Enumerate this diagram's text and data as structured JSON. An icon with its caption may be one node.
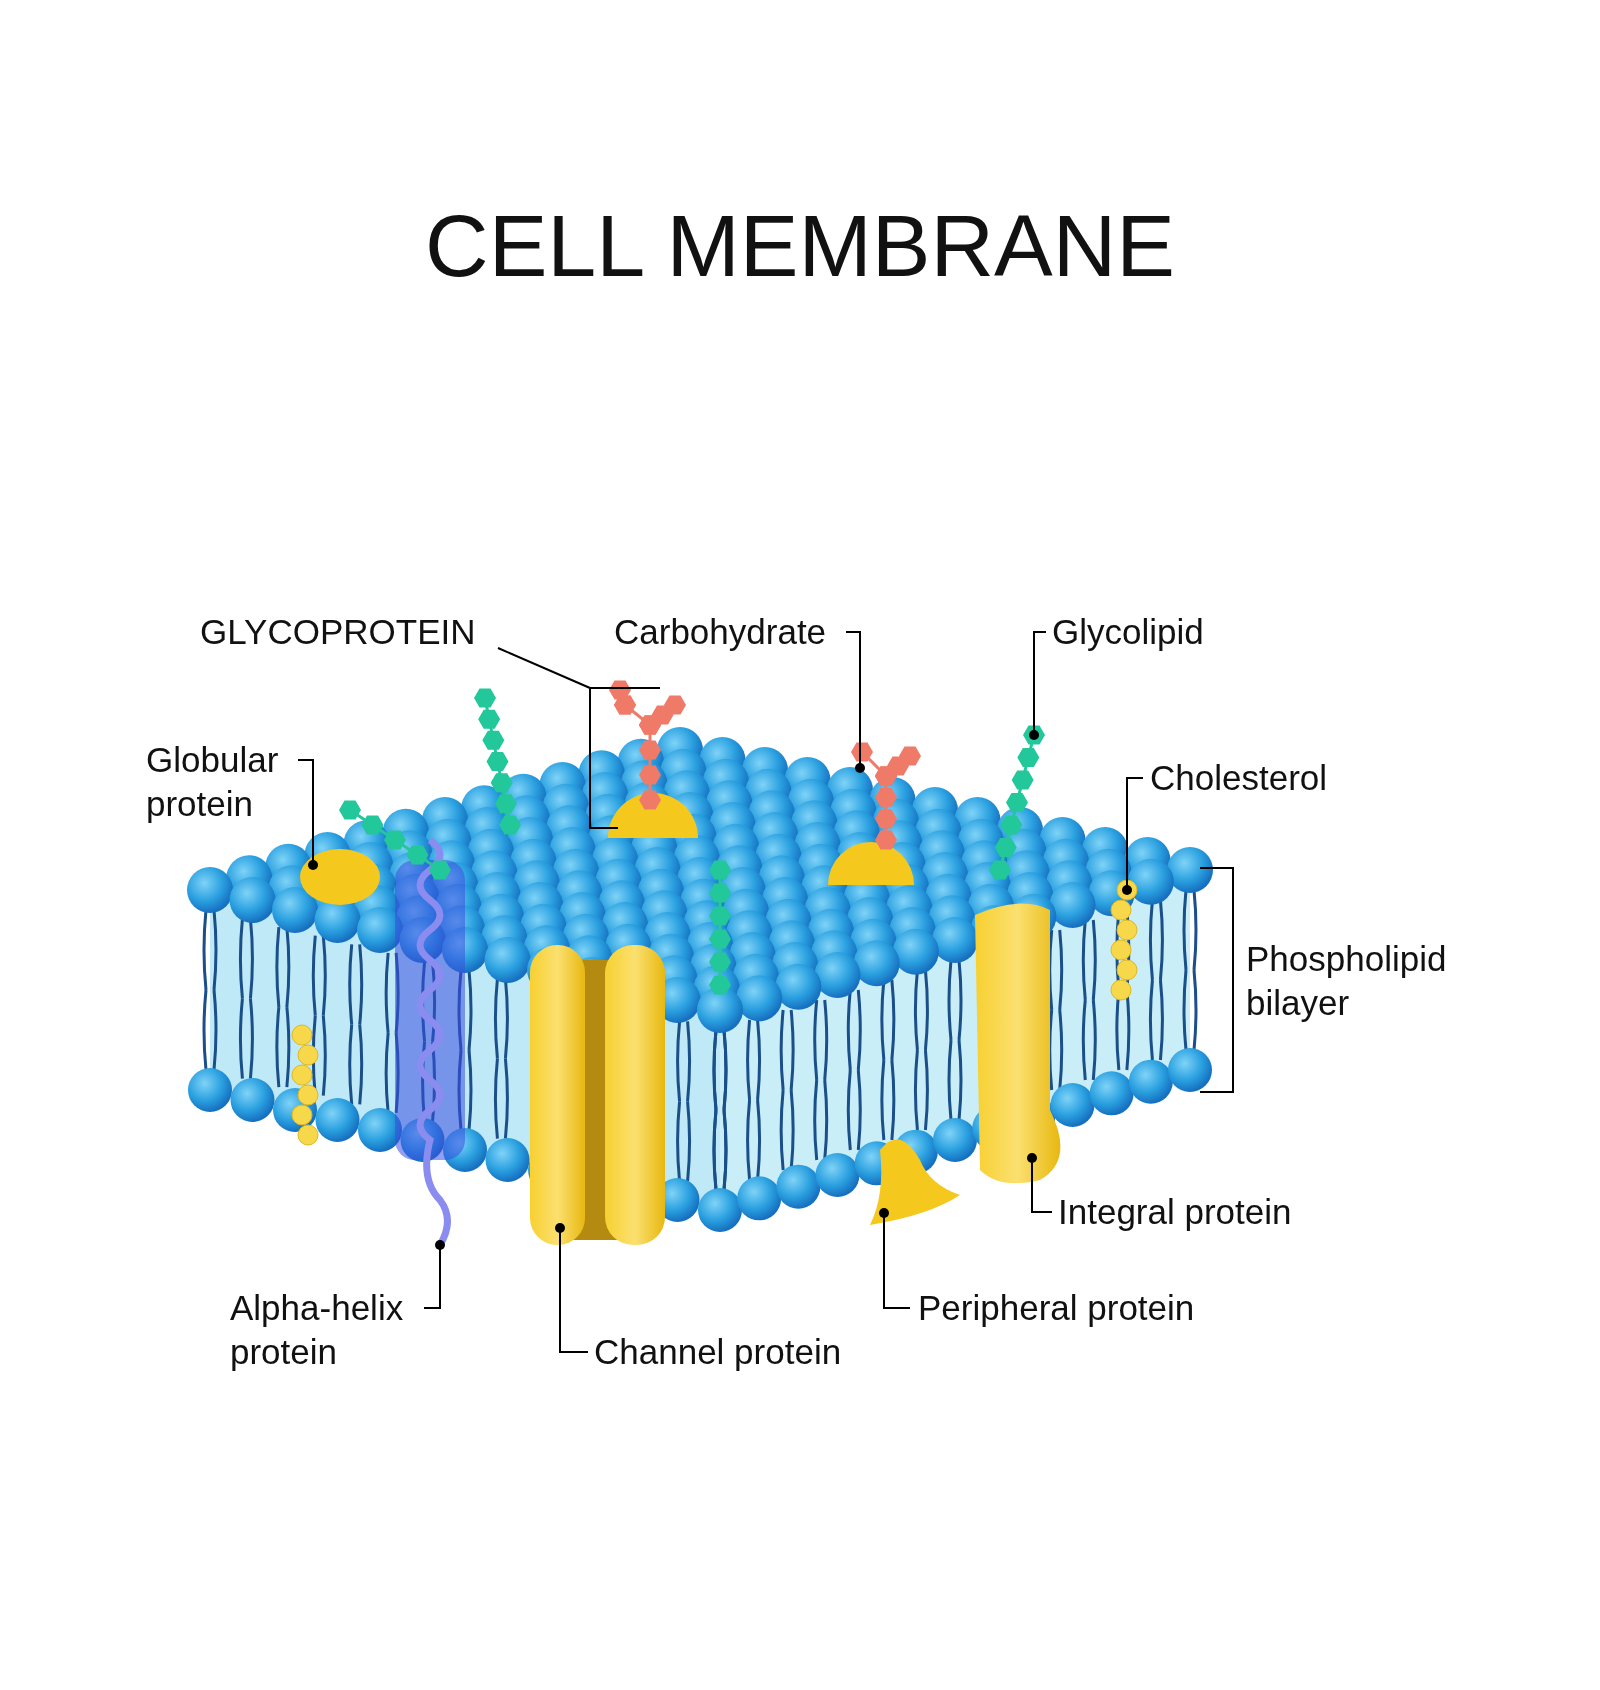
{
  "diagram": {
    "title": "CELL MEMBRANE",
    "nodes": [
      {
        "text": [
          "GLYCOPROTEIN"
        ]
      },
      {
        "text": [
          "Carbohydrate"
        ]
      },
      {
        "text": [
          "Glycolipid"
        ]
      },
      {
        "text": [
          "Globular protein"
        ]
      },
      {
        "text": [
          "Cholesterol"
        ]
      },
      {
        "text": [
          "Integral protein"
        ]
      },
      {
        "text": [
          "Peripheral protein"
        ]
      },
      {
        "text": [
          "Channel protein"
        ]
      },
      {
        "text": [
          "Alpha-helix protein"
        ]
      }
    ],
    "edges": [
      {
        "from": 0,
        "to": null,
        "arrow": "none"
      },
      {
        "from": 1,
        "to": null,
        "arrow": "other"
      },
      {
        "from": 2,
        "to": null,
        "arrow": "other"
      },
      {
        "from": 3,
        "to": null,
        "arrow": "other"
      },
      {
        "from": 4,
        "to": null,
        "arrow": "other"
      },
      {
        "from": 5,
        "to": null,
        "arrow": "other"
      },
      {
        "from": 6,
        "to": null,
        "arrow": "other"
      },
      {
        "from": 7,
        "to": null,
        "arrow": "other"
      },
      {
        "from": 8,
        "to": null,
        "arrow": "other"
      }
    ],
    "labels": [
      "Phospholipid bilayer"
    ]
  }
}
